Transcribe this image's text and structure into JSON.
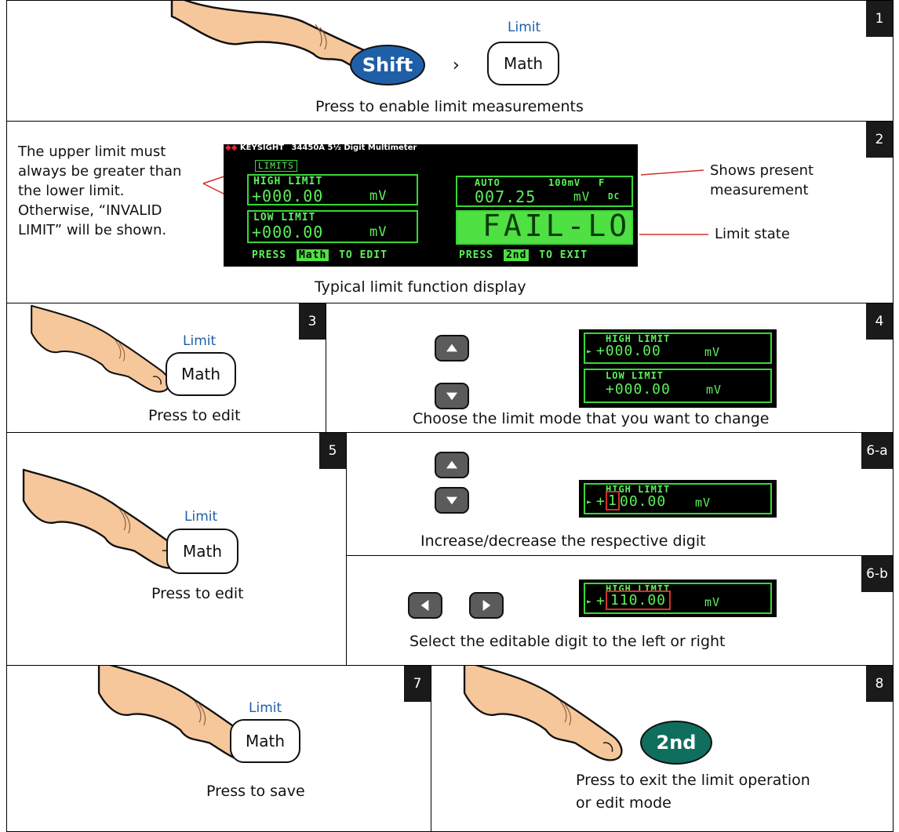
{
  "steps": {
    "s1": {
      "num": "1",
      "shift_label": "Shift",
      "gt": "›",
      "limit_label": "Limit",
      "math_label": "Math",
      "caption": "Press to enable limit measurements"
    },
    "s2": {
      "num": "2",
      "note_lines": [
        "The upper limit must",
        "always be greater than",
        "the lower limit.",
        "Otherwise, “INVALID",
        "LIMIT” will be shown."
      ],
      "brand": "KEYSIGHT",
      "model": "34450A  5½ Digit Multimeter",
      "limits_tag": "LIMITS",
      "high_label": "HIGH LIMIT",
      "high_value": "+000.00",
      "unit": "mV",
      "low_label": "LOW LIMIT",
      "low_value": "+000.00",
      "range_auto": "AUTO",
      "range_val": "100mV",
      "range_f": "F",
      "meas_value": "007.25",
      "meas_unit": "mV",
      "meas_dc": "DC",
      "fail_text": "FAIL-LO",
      "bottom_left_pre": "PRESS",
      "bottom_left_key": "Math",
      "bottom_left_post": "TO EDIT",
      "bottom_right_pre": "PRESS",
      "bottom_right_key": "2nd",
      "bottom_right_post": "TO EXIT",
      "callout_meas_1": "Shows present",
      "callout_meas_2": "measurement",
      "callout_state": "Limit state",
      "caption": "Typical limit function display"
    },
    "s3": {
      "num": "3",
      "limit_label": "Limit",
      "math_label": "Math",
      "caption": "Press to edit"
    },
    "s4": {
      "num": "4",
      "high_label": "HIGH LIMIT",
      "high_value": "+000.00",
      "low_label": "LOW LIMIT",
      "low_value": "+000.00",
      "unit": "mV",
      "caption": "Choose the limit mode that you want to change"
    },
    "s5": {
      "num": "5",
      "limit_label": "Limit",
      "math_label": "Math",
      "caption": "Press to edit"
    },
    "s6a": {
      "num": "6-a",
      "high_label": "HIGH LIMIT",
      "value_sign": "+",
      "value_digit": "1",
      "value_rest": "00.00",
      "unit": "mV",
      "caption": "Increase/decrease the respective digit"
    },
    "s6b": {
      "num": "6-b",
      "high_label": "HIGH LIMIT",
      "value_sign": "+",
      "value_sel": "110.00",
      "unit": "mV",
      "caption": "Select the editable digit to the left or right"
    },
    "s7": {
      "num": "7",
      "limit_label": "Limit",
      "math_label": "Math",
      "caption": "Press to save"
    },
    "s8": {
      "num": "8",
      "second_label": "2nd",
      "caption_1": "Press to exit the limit operation",
      "caption_2": "or edit mode"
    }
  },
  "colors": {
    "shift_blue": "#1f5fa8",
    "second_teal": "#0f6e5e",
    "lcd_green": "#39d737",
    "highlight_red": "#d0312d",
    "step_badge": "#1a1a1a"
  },
  "icons": [
    "finger-icon",
    "up-arrow-icon",
    "down-arrow-icon",
    "left-arrow-icon",
    "right-arrow-icon",
    "keysight-logo-icon"
  ]
}
